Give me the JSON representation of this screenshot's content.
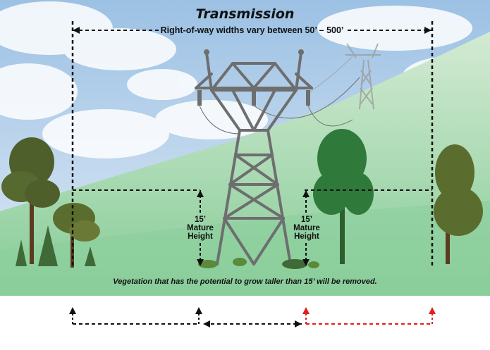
{
  "title": "Transmission",
  "row_label": "Right-of-way widths vary between 50’ – 500’",
  "height_label_left": {
    "value": "15’",
    "line1": "Mature",
    "line2": "Height"
  },
  "height_label_right": {
    "value": "15’",
    "line1": "Mature",
    "line2": "Height"
  },
  "caption": "Vegetation that has the potential to grow taller than 15’ will be removed.",
  "colors": {
    "sky": "#b9d4ec",
    "hill_light": "#cfe6cf",
    "hill_mid": "#9fd3a6",
    "ground": "#7ec894",
    "tower": "#6e6e6e",
    "tree_dark": "#4e5f2c",
    "tree_green": "#2f7a3a",
    "arrow_black": "#111111",
    "arrow_red": "#e02020"
  }
}
